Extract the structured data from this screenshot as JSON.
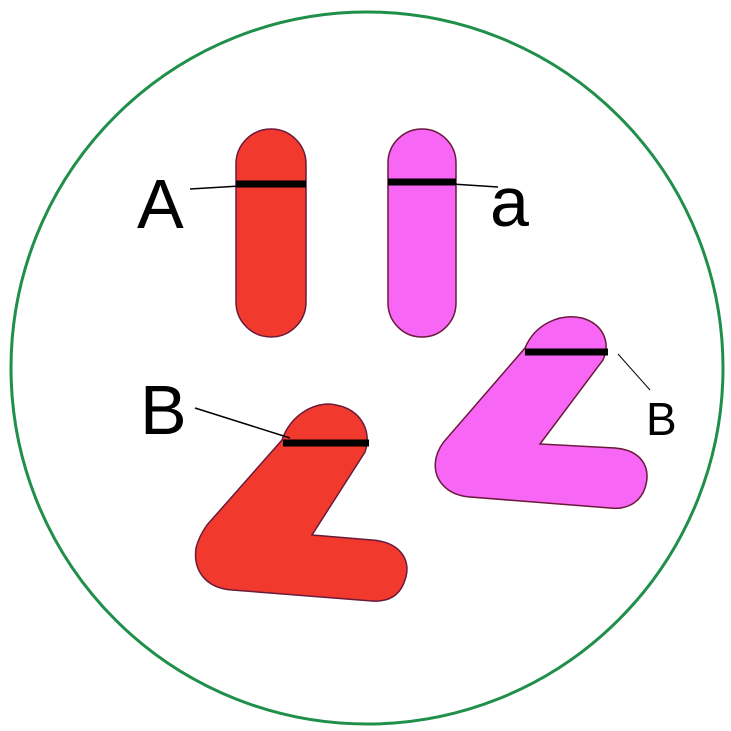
{
  "colors": {
    "cell_outline": "#1f8f4a",
    "chromosome_red": "#f2392e",
    "chromosome_magenta": "#f766f5",
    "chromosome_stroke": "#6a1a3a",
    "locus_band": "#000000",
    "leader_line": "#000000"
  },
  "labels": {
    "gene_A": "A",
    "gene_a": "a",
    "gene_B_red": "B",
    "gene_B_magenta": "B"
  }
}
